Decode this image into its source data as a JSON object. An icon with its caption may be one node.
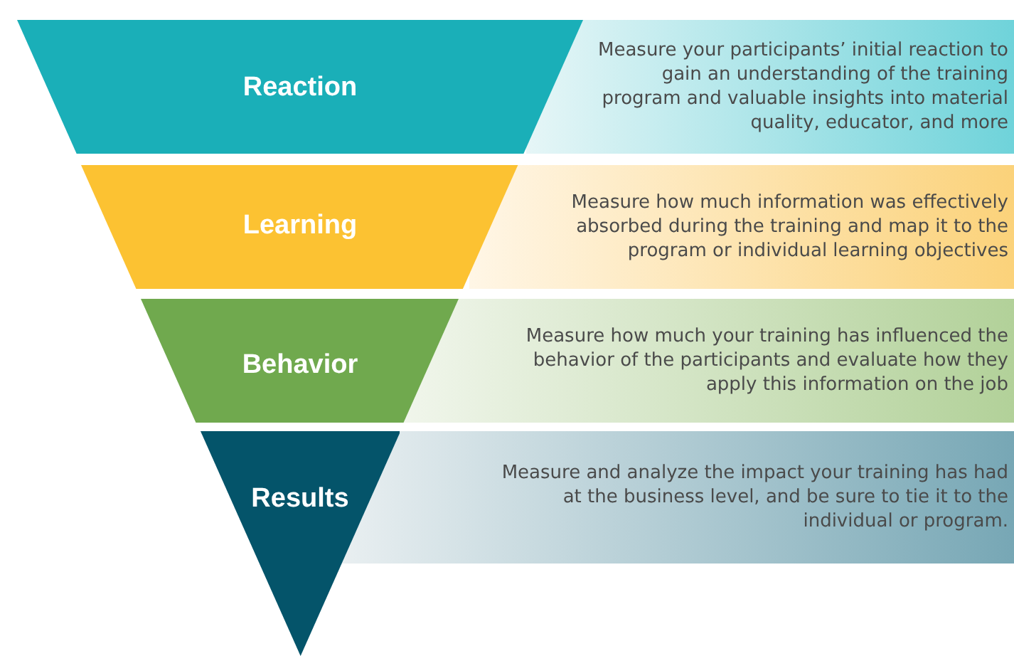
{
  "diagram": {
    "nodes": [
      {
        "text": [
          "Reaction"
        ]
      },
      {
        "text": [
          "Measure your participants’ initial reaction to gain an understanding of the training program and valuable insights into material quality, educator, and more"
        ]
      },
      {
        "text": [
          "Learning"
        ]
      },
      {
        "text": [
          "Measure how much information was effectively absorbed during the training and map it to the program or individual learning objectives"
        ]
      },
      {
        "text": [
          "Behavior"
        ]
      },
      {
        "text": [
          "Measure how much your training has influenced the behavior of the participants and evaluate how they apply this information on the job"
        ]
      },
      {
        "text": [
          "Results"
        ]
      },
      {
        "text": [
          "Measure and analyze the impact your training has had at the business level, and be sure to tie it to the individual or program."
        ]
      }
    ],
    "edges": []
  }
}
